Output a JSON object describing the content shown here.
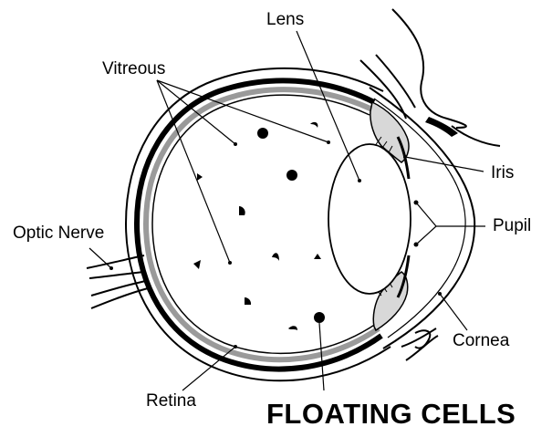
{
  "diagram": {
    "labels": {
      "lens": "Lens",
      "vitreous": "Vitreous",
      "iris": "Iris",
      "pupil": "Pupil",
      "optic_nerve": "Optic Nerve",
      "cornea": "Cornea",
      "retina": "Retina"
    },
    "caption": "FLOATING CELLS",
    "colors": {
      "ink": "#000000",
      "retina_band": "#9a9a9a",
      "tissue": "#d8d8d8",
      "paper": "#ffffff"
    }
  }
}
